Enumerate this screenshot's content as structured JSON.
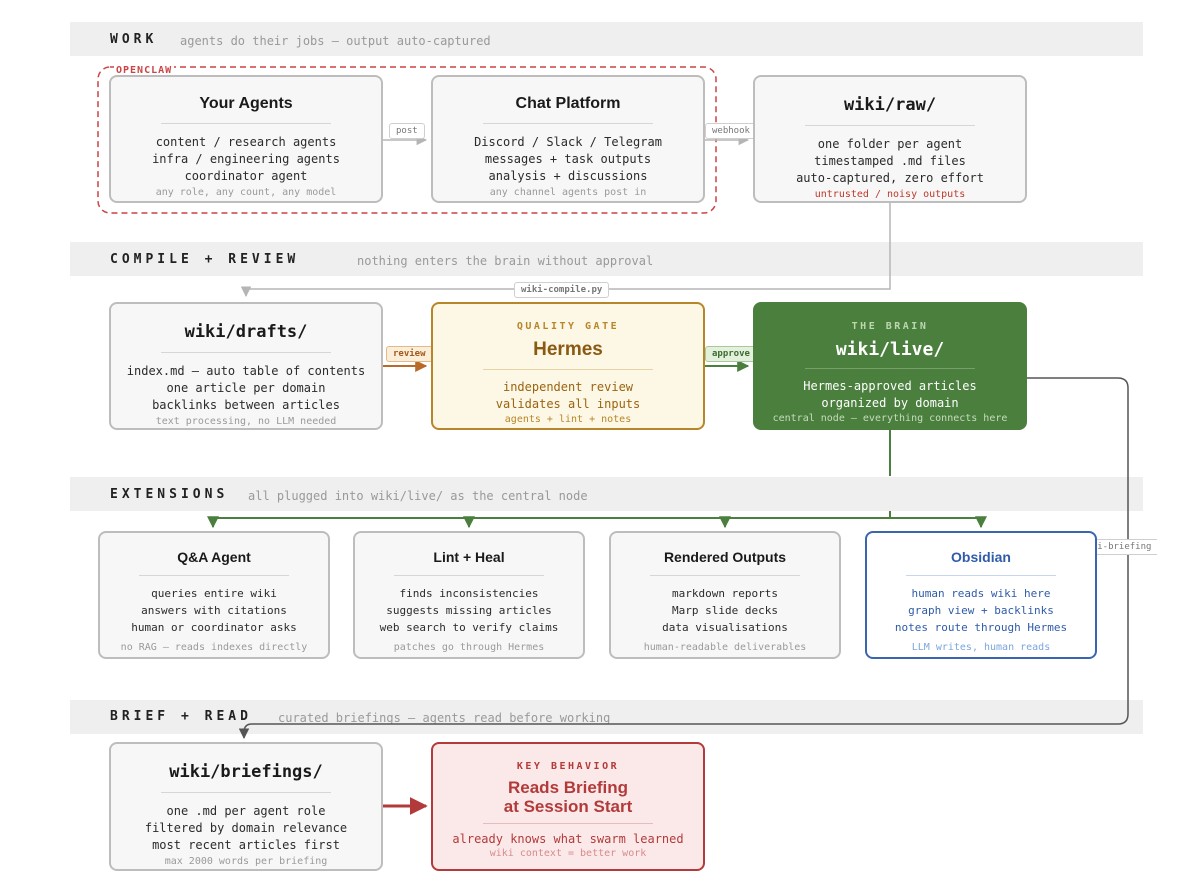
{
  "sections": {
    "work": {
      "title": "WORK",
      "subtitle": "agents do their jobs — output auto-captured"
    },
    "compile": {
      "title": "COMPILE + REVIEW",
      "subtitle": "nothing enters the brain without approval"
    },
    "extensions": {
      "title": "EXTENSIONS",
      "subtitle": "all plugged into wiki/live/ as the central node"
    },
    "brief": {
      "title": "BRIEF + READ",
      "subtitle": "curated briefings — agents read before working"
    }
  },
  "openclaw_label": "OPENCLAW",
  "nodes": {
    "agents": {
      "title": "Your Agents",
      "lines": [
        "content / research agents",
        "infra / engineering agents",
        "coordinator agent"
      ],
      "note": "any role, any count, any model"
    },
    "chat": {
      "title": "Chat Platform",
      "lines": [
        "Discord / Slack / Telegram",
        "messages + task outputs",
        "analysis + discussions"
      ],
      "note": "any channel agents post in"
    },
    "raw": {
      "title": "wiki/raw/",
      "lines": [
        "one folder per agent",
        "timestamped .md files",
        "auto-captured, zero effort"
      ],
      "note": "untrusted / noisy outputs"
    },
    "drafts": {
      "title": "wiki/drafts/",
      "lines": [
        "index.md — auto table of contents",
        "one article per domain",
        "backlinks between articles"
      ],
      "note": "text processing, no LLM needed"
    },
    "hermes": {
      "kicker": "QUALITY GATE",
      "title": "Hermes",
      "lines": [
        "independent review",
        "validates all inputs"
      ],
      "note": "agents + lint + notes"
    },
    "live": {
      "kicker": "THE BRAIN",
      "title": "wiki/live/",
      "lines": [
        "Hermes-approved articles",
        "organized by domain"
      ],
      "note": "central node — everything connects here"
    },
    "qa": {
      "title": "Q&A Agent",
      "lines": [
        "queries entire wiki",
        "answers with citations",
        "human or coordinator asks"
      ],
      "note": "no RAG — reads indexes directly"
    },
    "lint": {
      "title": "Lint + Heal",
      "lines": [
        "finds inconsistencies",
        "suggests missing articles",
        "web search to verify claims"
      ],
      "note": "patches go through Hermes"
    },
    "rendered": {
      "title": "Rendered Outputs",
      "lines": [
        "markdown reports",
        "Marp slide decks",
        "data visualisations"
      ],
      "note": "human-readable deliverables"
    },
    "obsidian": {
      "title": "Obsidian",
      "lines": [
        "human reads wiki here",
        "graph view + backlinks",
        "notes route through Hermes"
      ],
      "note": "LLM writes, human reads"
    },
    "briefings": {
      "title": "wiki/briefings/",
      "lines": [
        "one .md per agent role",
        "filtered by domain relevance",
        "most recent articles first"
      ],
      "note": "max 2000 words per briefing"
    },
    "key": {
      "kicker": "KEY BEHAVIOR",
      "title_lines": [
        "Reads Briefing",
        "at Session Start"
      ],
      "lines": [
        "already knows what swarm learned"
      ],
      "note": "wiki context = better work"
    }
  },
  "edge_labels": {
    "post": "post",
    "webhook": "webhook",
    "compile": "wiki-compile.py",
    "review": "review",
    "approve": "approve",
    "briefing": "wiki-briefing"
  },
  "colors": {
    "hermes": "#b8862a",
    "live": "#4a7f3d",
    "key": "#b33a3a",
    "obsidian": "#3a66b0",
    "openclaw": "#cc4444"
  }
}
